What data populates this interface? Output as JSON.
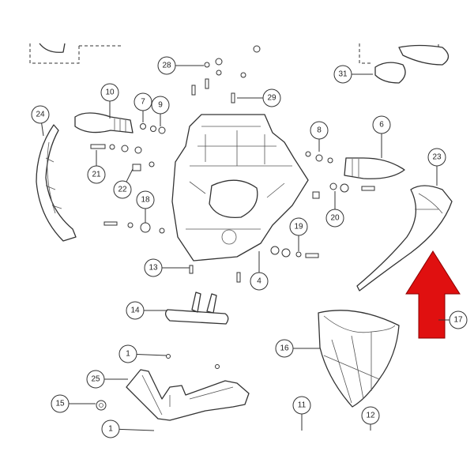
{
  "diagram": {
    "title": "",
    "callouts": [
      "28",
      "29",
      "31",
      "10",
      "7",
      "9",
      "24",
      "8",
      "6",
      "23",
      "21",
      "22",
      "18",
      "20",
      "19",
      "13",
      "4",
      "14",
      "17",
      "16",
      "1",
      "25",
      "15",
      "1",
      "11",
      "12"
    ],
    "highlight_color": "#e01010",
    "highlighted_part": "17"
  }
}
